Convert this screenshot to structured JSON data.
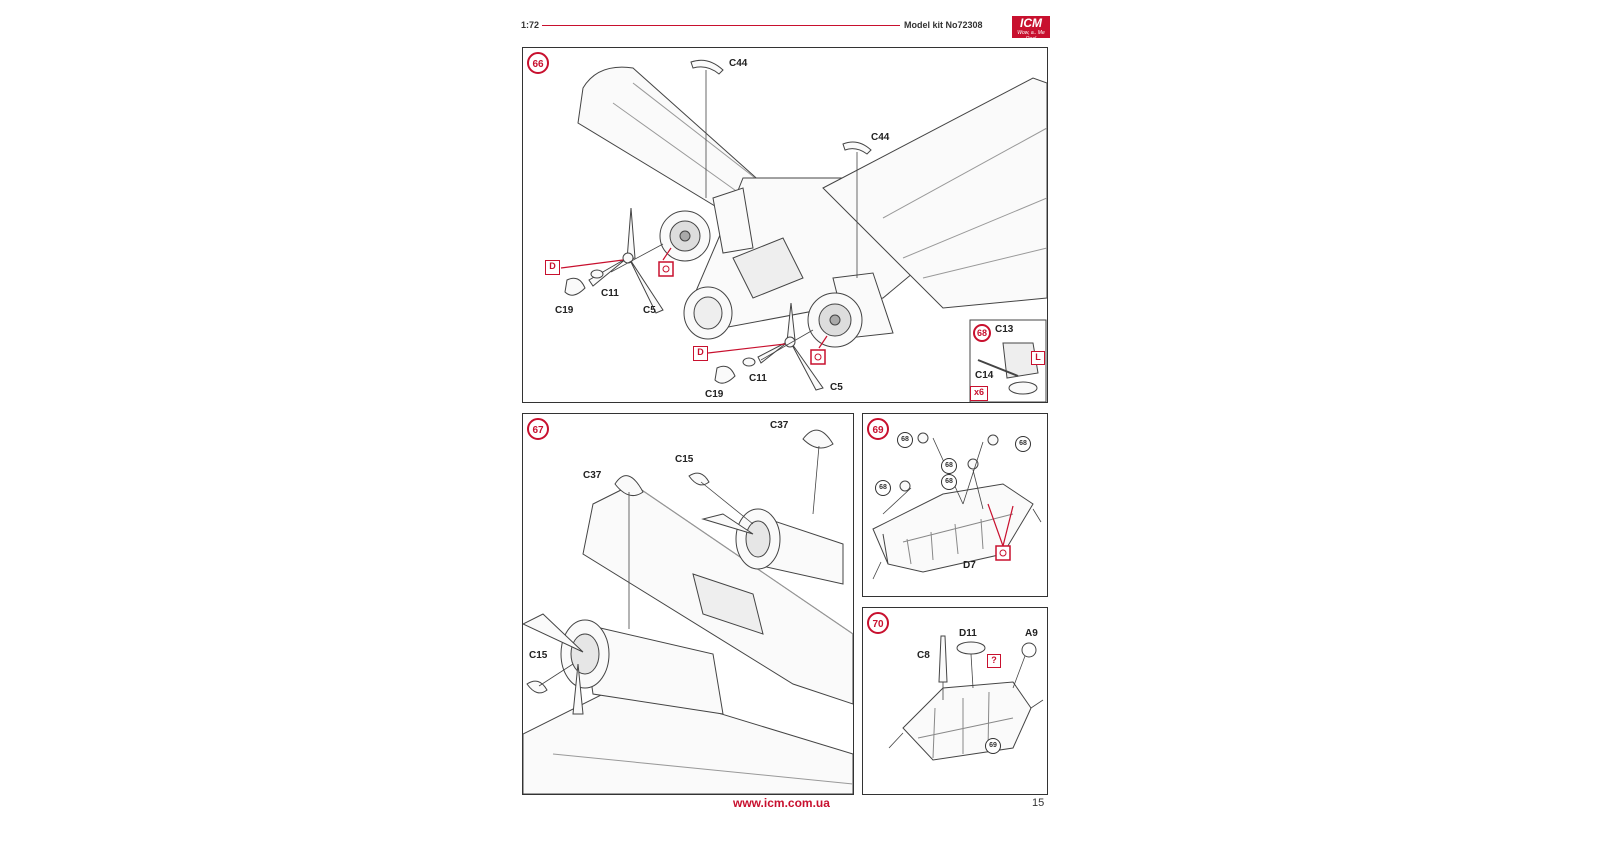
{
  "header": {
    "scale": "1:72",
    "kit": "Model kit No72308",
    "logo_main": "ICM",
    "logo_sub": "Wow, a.. Me Real"
  },
  "footer": {
    "url": "www.icm.com.ua",
    "page": "15"
  },
  "colors": {
    "accent": "#c8102e",
    "line": "#333333"
  },
  "steps": {
    "s66": {
      "num": "66",
      "labels": {
        "c44a": "C44",
        "c44b": "C44",
        "d1": "D",
        "d2": "D",
        "c11a": "C11",
        "c11b": "C11",
        "c19a": "C19",
        "c19b": "C19",
        "c5a": "C5",
        "c5b": "C5"
      }
    },
    "s68": {
      "num": "68",
      "labels": {
        "c13": "C13",
        "c14": "C14",
        "l": "L",
        "x6": "x6"
      }
    },
    "s67": {
      "num": "67",
      "labels": {
        "c37a": "C37",
        "c37b": "C37",
        "c15a": "C15",
        "c15b": "C15"
      }
    },
    "s69": {
      "num": "69",
      "labels": {
        "d7": "D7"
      },
      "refs": [
        "68",
        "68",
        "68",
        "68",
        "68"
      ]
    },
    "s70": {
      "num": "70",
      "labels": {
        "c8": "C8",
        "d11": "D11",
        "a9": "A9",
        "q": "?"
      },
      "refs": [
        "69"
      ]
    }
  }
}
